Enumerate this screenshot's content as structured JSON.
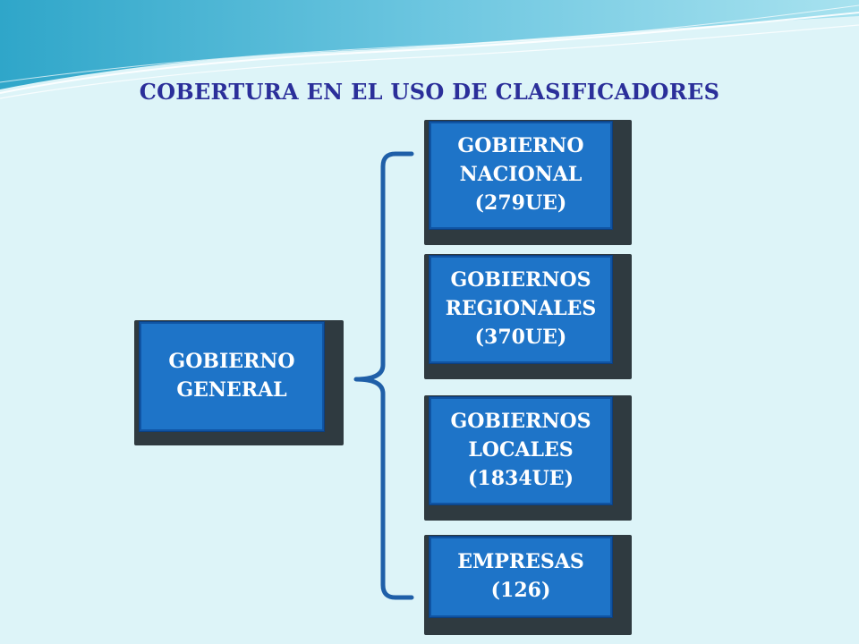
{
  "title": "COBERTURA EN EL USO DE CLASIFICADORES",
  "root": {
    "lines": [
      "GOBIERNO",
      "GENERAL"
    ]
  },
  "children": [
    {
      "lines": [
        "GOBIERNO",
        "NACIONAL",
        "(279UE)"
      ]
    },
    {
      "lines": [
        "GOBIERNOS",
        "REGIONALES",
        "(370UE)"
      ]
    },
    {
      "lines": [
        "GOBIERNOS",
        "LOCALES",
        "(1834UE)"
      ]
    },
    {
      "lines": [
        "EMPRESAS",
        "(126)"
      ]
    }
  ],
  "colors": {
    "background": "#ddf4f8",
    "title": "#2b2f9a",
    "node_fill": "#1e74c8",
    "node_shadow": "#2f3a40",
    "brace": "#1f5fa8"
  }
}
